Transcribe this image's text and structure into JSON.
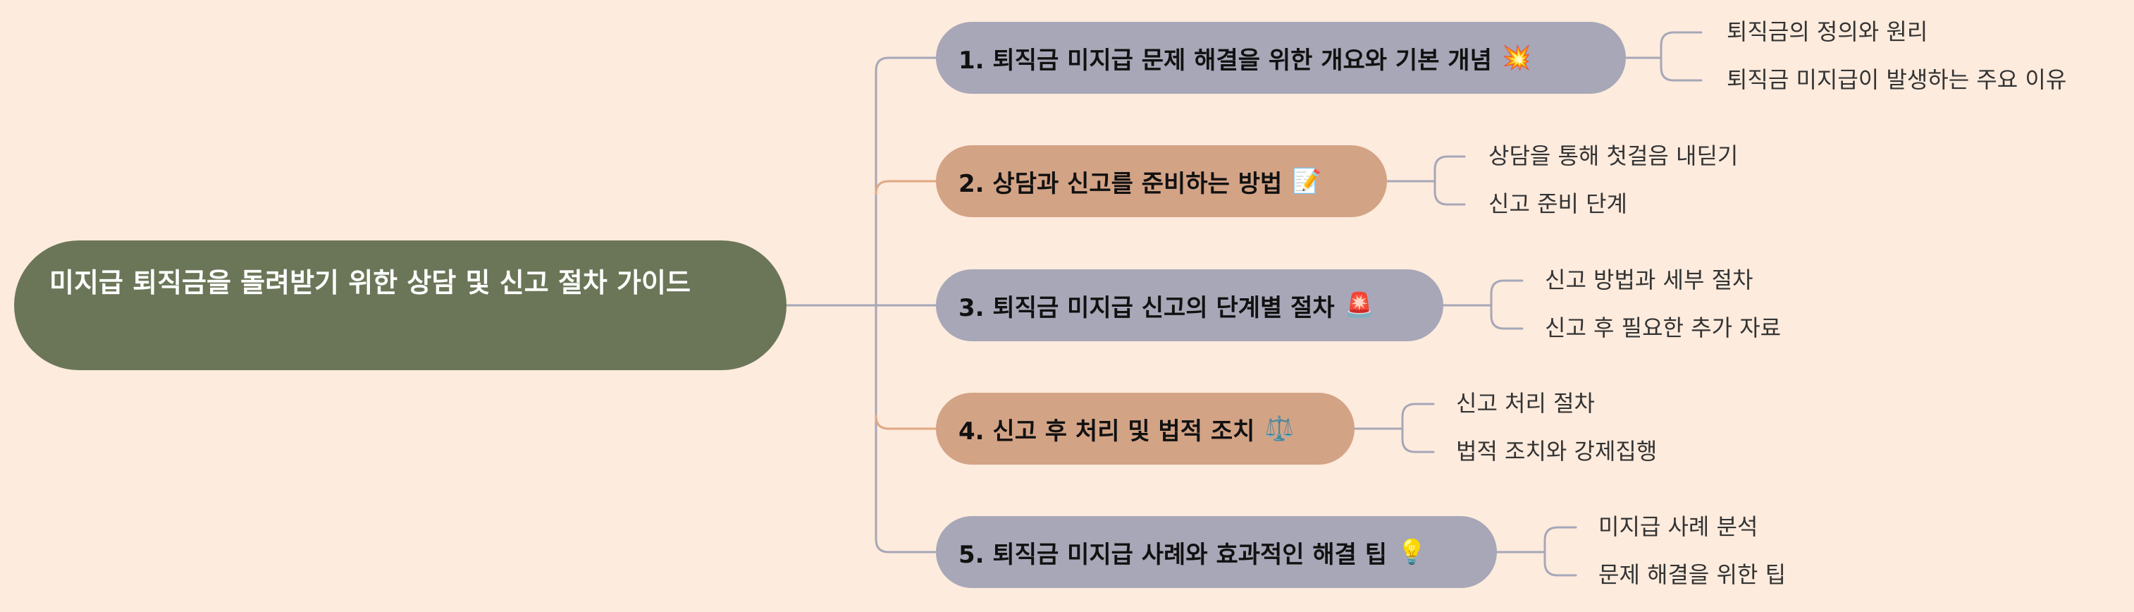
{
  "root": {
    "title": "미지급 퇴직금을 돌려받기 위한 상담 및 신고 절차 가이드"
  },
  "colors": {
    "background": "#fdebdd",
    "root_fill": "#6b7658",
    "gray_branch": "#a7a7b8",
    "tan_branch": "#d3a386",
    "gray_line": "#a7a7b8",
    "tan_line": "#e0a983"
  },
  "branches": [
    {
      "label": "1. 퇴직금 미지급 문제 해결을 위한 개요와 기본 개념",
      "emoji": "💥",
      "emoji_name": "sparkle-burst-icon",
      "children": [
        "퇴직금의 정의와 원리",
        "퇴직금 미지급이 발생하는 주요 이유"
      ]
    },
    {
      "label": "2. 상담과 신고를 준비하는 방법",
      "emoji": "📝",
      "emoji_name": "memo-icon",
      "children": [
        "상담을 통해 첫걸음 내딛기",
        "신고 준비 단계"
      ]
    },
    {
      "label": "3. 퇴직금 미지급 신고의 단계별 절차",
      "emoji": "🚨",
      "emoji_name": "siren-icon",
      "children": [
        "신고 방법과 세부 절차",
        "신고 후 필요한 추가 자료"
      ]
    },
    {
      "label": "4. 신고 후 처리 및 법적 조치",
      "emoji": "⚖️",
      "emoji_name": "scales-icon",
      "children": [
        "신고 처리 절차",
        "법적 조치와 강제집행"
      ]
    },
    {
      "label": "5. 퇴직금 미지급 사례와 효과적인 해결 팁",
      "emoji": "💡",
      "emoji_name": "lightbulb-icon",
      "children": [
        "미지급 사례 분석",
        "문제 해결을 위한 팁"
      ]
    }
  ]
}
